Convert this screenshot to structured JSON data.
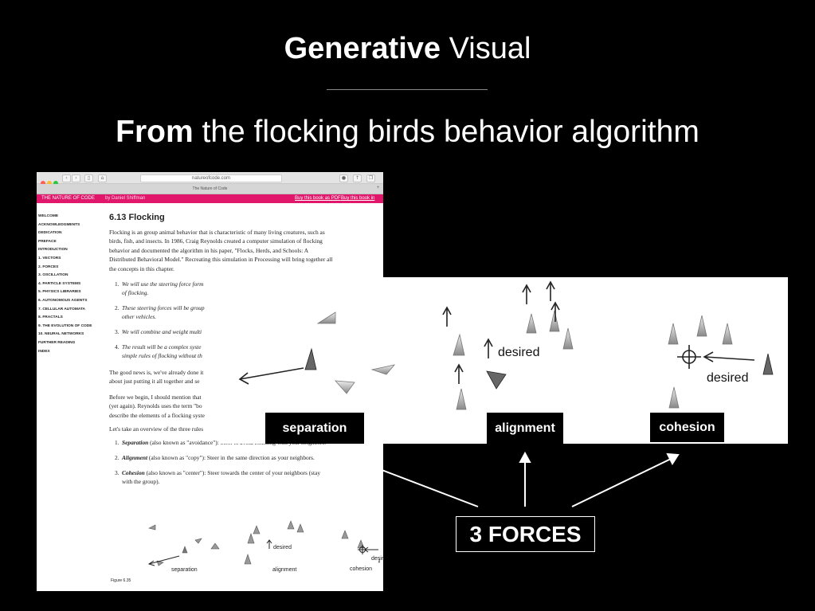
{
  "slide": {
    "title_bold": "Generative",
    "title_rest": " Visual",
    "subtitle_bold": "From",
    "subtitle_rest": " the flocking birds behavior algorithm",
    "callout": "3 FORCES"
  },
  "browser": {
    "url": "natureofcode.com",
    "tab_title": "The Nature of Code",
    "site_name": "THE NATURE OF CODE",
    "author": "by Daniel Shiffman",
    "link_pdf": "Buy this book as PDF",
    "link_print": "Buy this book in print",
    "sidebar": [
      "WELCOME",
      "ACKNOWLEDGMENTS",
      "DEDICATION",
      "PREFACE",
      "INTRODUCTION",
      "1. VECTORS",
      "2. FORCES",
      "3. OSCILLATION",
      "4. PARTICLE SYSTEMS",
      "5. PHYSICS LIBRARIES",
      "6. AUTONOMOUS AGENTS",
      "7. CELLULAR AUTOMATA",
      "8. FRACTALS",
      "9. THE EVOLUTION OF CODE",
      "10. NEURAL NETWORKS",
      "FURTHER READING",
      "INDEX"
    ],
    "heading": "6.13 Flocking",
    "intro": [
      "Flocking is an group animal behavior that is characteristic of many living creatures, such as",
      "birds, fish, and insects. In 1986, Craig Reynolds created a computer simulation of flocking",
      "behavior and documented the algorithm in his paper, \"Flocks, Herds, and Schools: A",
      "Distributed Behavioral Model.\" Recreating this simulation in Processing will bring together all",
      "the concepts in this chapter."
    ],
    "goals": [
      {
        "num": "1.",
        "l1": "We will use the steering force form",
        "l2": "of flocking."
      },
      {
        "num": "2.",
        "l1": "These steering forces will be group",
        "l2": "other vehicles."
      },
      {
        "num": "3.",
        "l1": "We will combine and weight multi",
        "l2": ""
      },
      {
        "num": "4.",
        "l1": "The result will be a complex syste",
        "l2": "simple rules of flocking without th"
      }
    ],
    "good_news": [
      "The good news is, we've already done it",
      "about just putting it all together and se"
    ],
    "before": [
      "Before we begin, I should mention that",
      "(yet again). Reynolds uses the term \"bo",
      "describe the elements of a flocking syste"
    ],
    "overview": "Let's take an overview of the three rules",
    "rules": [
      {
        "num": "1.",
        "name": "Separation",
        "text": " (also known as \"avoidance\"): Steer to avoid colliding with your neighbors.",
        "text2": ""
      },
      {
        "num": "2.",
        "name": "Alignment",
        "text": " (also known as \"copy\"): Steer in the same direction as your neighbors.",
        "text2": ""
      },
      {
        "num": "3.",
        "name": "Cohesion",
        "text": " (also known as \"center\"): Steer towards the center of your neighbors (stay",
        "text2": "with the group)."
      }
    ],
    "fig_labels": {
      "separation": "separation",
      "alignment": "alignment",
      "cohesion": "cohesion",
      "desired1": "desired",
      "desired2": "desired"
    },
    "fig_caption": "Figure 6.35"
  },
  "overlay": {
    "desired_alignment": "desired",
    "desired_cohesion": "desired",
    "tag_separation": "separation",
    "tag_alignment": "alignment",
    "tag_cohesion": "cohesion"
  },
  "colors": {
    "background": "#000000",
    "site_accent": "#e0176a",
    "text": "#ffffff"
  }
}
